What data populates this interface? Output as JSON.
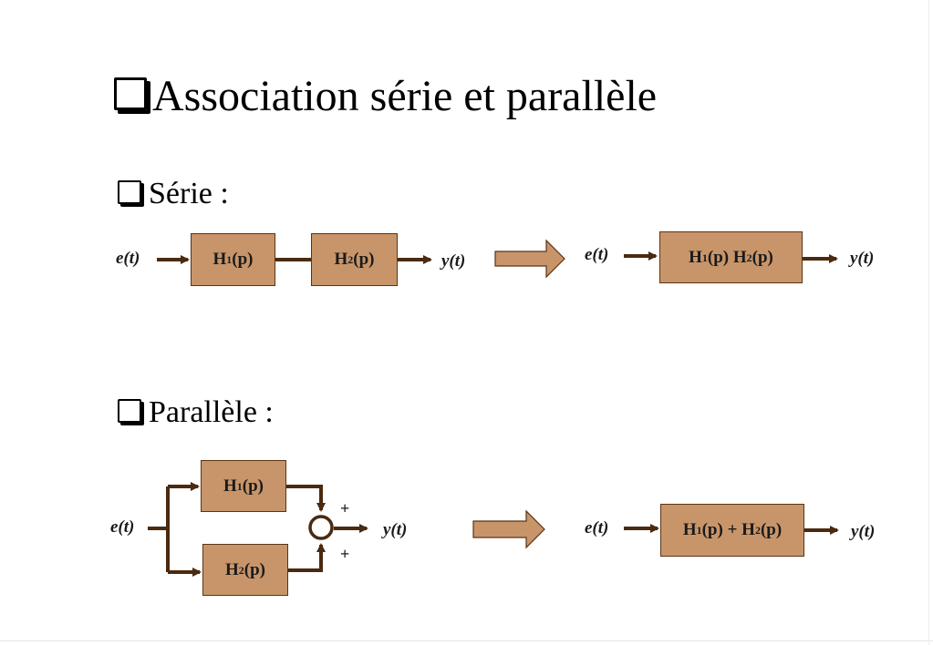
{
  "title": "Association série et parallèle",
  "serie": {
    "heading": "Série :",
    "input": "e(t)",
    "output": "y(t)",
    "block1": {
      "base": "H",
      "sub": "1",
      "rest": "(p)"
    },
    "block2": {
      "base": "H",
      "sub": "2",
      "rest": "(p)"
    },
    "equiv": {
      "input": "e(t)",
      "output": "y(t)",
      "part1": {
        "base": "H",
        "sub": "1",
        "rest": "(p) "
      },
      "part2": {
        "base": "H",
        "sub": "2",
        "rest": "(p)"
      }
    }
  },
  "parallele": {
    "heading": "Parallèle :",
    "input": "e(t)",
    "output": "y(t)",
    "block1": {
      "base": "H",
      "sub": "1",
      "rest": "(p)"
    },
    "block2": {
      "base": "H",
      "sub": "2",
      "rest": "(p)"
    },
    "sign_top": "+",
    "sign_bottom": "+",
    "equiv": {
      "input": "e(t)",
      "output": "y(t)",
      "part1": {
        "base": "H",
        "sub": "1",
        "rest": "(p) + "
      },
      "part2": {
        "base": "H",
        "sub": "2",
        "rest": "(p)"
      }
    }
  },
  "colors": {
    "block_fill": "#c8956a",
    "wire": "#4a2a10"
  }
}
